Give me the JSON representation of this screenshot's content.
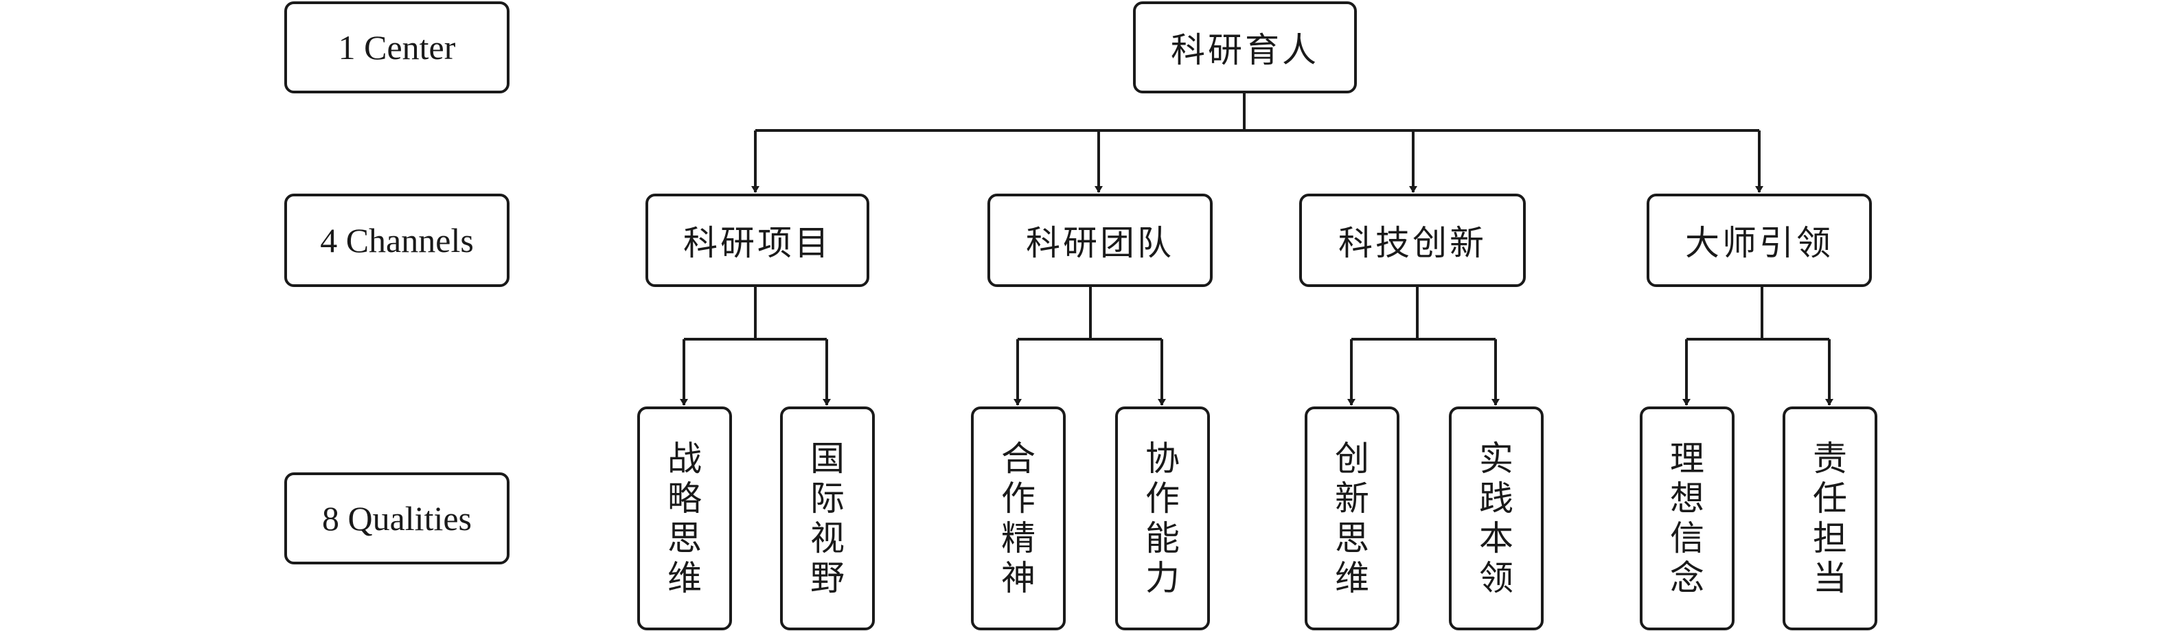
{
  "levels": {
    "center": "1 Center",
    "channels": "4 Channels",
    "qualities": "8 Qualities"
  },
  "root": {
    "label": "科研育人"
  },
  "channels": [
    {
      "label": "科研项目",
      "qualities": [
        "战略思维",
        "国际视野"
      ]
    },
    {
      "label": "科研团队",
      "qualities": [
        "合作精神",
        "协作能力"
      ]
    },
    {
      "label": "科技创新",
      "qualities": [
        "创新思维",
        "实践本领"
      ]
    },
    {
      "label": "大师引领",
      "qualities": [
        "理想信念",
        "责任担当"
      ]
    }
  ],
  "colors": {
    "stroke": "#1a1a1a",
    "background": "#ffffff"
  }
}
